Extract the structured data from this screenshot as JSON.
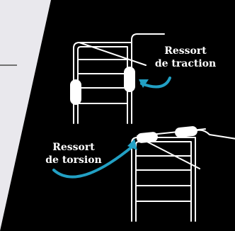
{
  "diagram": {
    "colors": {
      "panel_background": "#e9e8ed",
      "dark_background": "#000000",
      "line": "#ffffff",
      "arrow": "#22a0c4",
      "text": "#ffffff"
    },
    "labels": {
      "extension_spring": [
        "Ressort",
        "de traction"
      ],
      "torsion_spring": [
        "Ressort",
        "de torsion"
      ]
    },
    "icons": {
      "extension_door": "garage-door-extension-springs-icon",
      "torsion_door": "garage-door-torsion-spring-icon"
    }
  }
}
